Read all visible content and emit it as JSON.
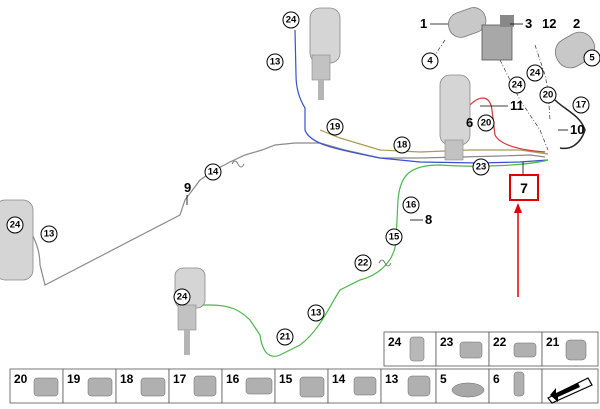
{
  "diagram": {
    "callouts": [
      {
        "id": "24a",
        "text": "24"
      },
      {
        "id": "13a",
        "text": "13"
      },
      {
        "id": "19",
        "text": "19"
      },
      {
        "id": "18",
        "text": "18"
      },
      {
        "id": "14",
        "text": "14"
      },
      {
        "id": "23",
        "text": "23"
      },
      {
        "id": "16",
        "text": "16"
      },
      {
        "id": "15",
        "text": "15"
      },
      {
        "id": "22",
        "text": "22"
      },
      {
        "id": "24b",
        "text": "24"
      },
      {
        "id": "13b",
        "text": "13"
      },
      {
        "id": "21",
        "text": "21"
      },
      {
        "id": "24c",
        "text": "24"
      },
      {
        "id": "13c",
        "text": "13"
      },
      {
        "id": "4",
        "text": "4"
      },
      {
        "id": "5",
        "text": "5"
      },
      {
        "id": "24d",
        "text": "24"
      },
      {
        "id": "24e",
        "text": "24"
      },
      {
        "id": "20",
        "text": "20"
      },
      {
        "id": "17",
        "text": "17"
      },
      {
        "id": "20b",
        "text": "20"
      }
    ],
    "part_labels": {
      "p1": "1",
      "p3": "3",
      "p12": "12",
      "p2": "2",
      "p11": "11",
      "p6": "6",
      "p10": "10",
      "p9": "9",
      "p8": "8"
    },
    "highlight_label": "7",
    "parts_table": {
      "top_row": [
        "24",
        "23",
        "22",
        "21"
      ],
      "bottom_row": [
        "20",
        "19",
        "18",
        "17",
        "16",
        "15",
        "14",
        "13",
        "5",
        "6"
      ]
    }
  }
}
